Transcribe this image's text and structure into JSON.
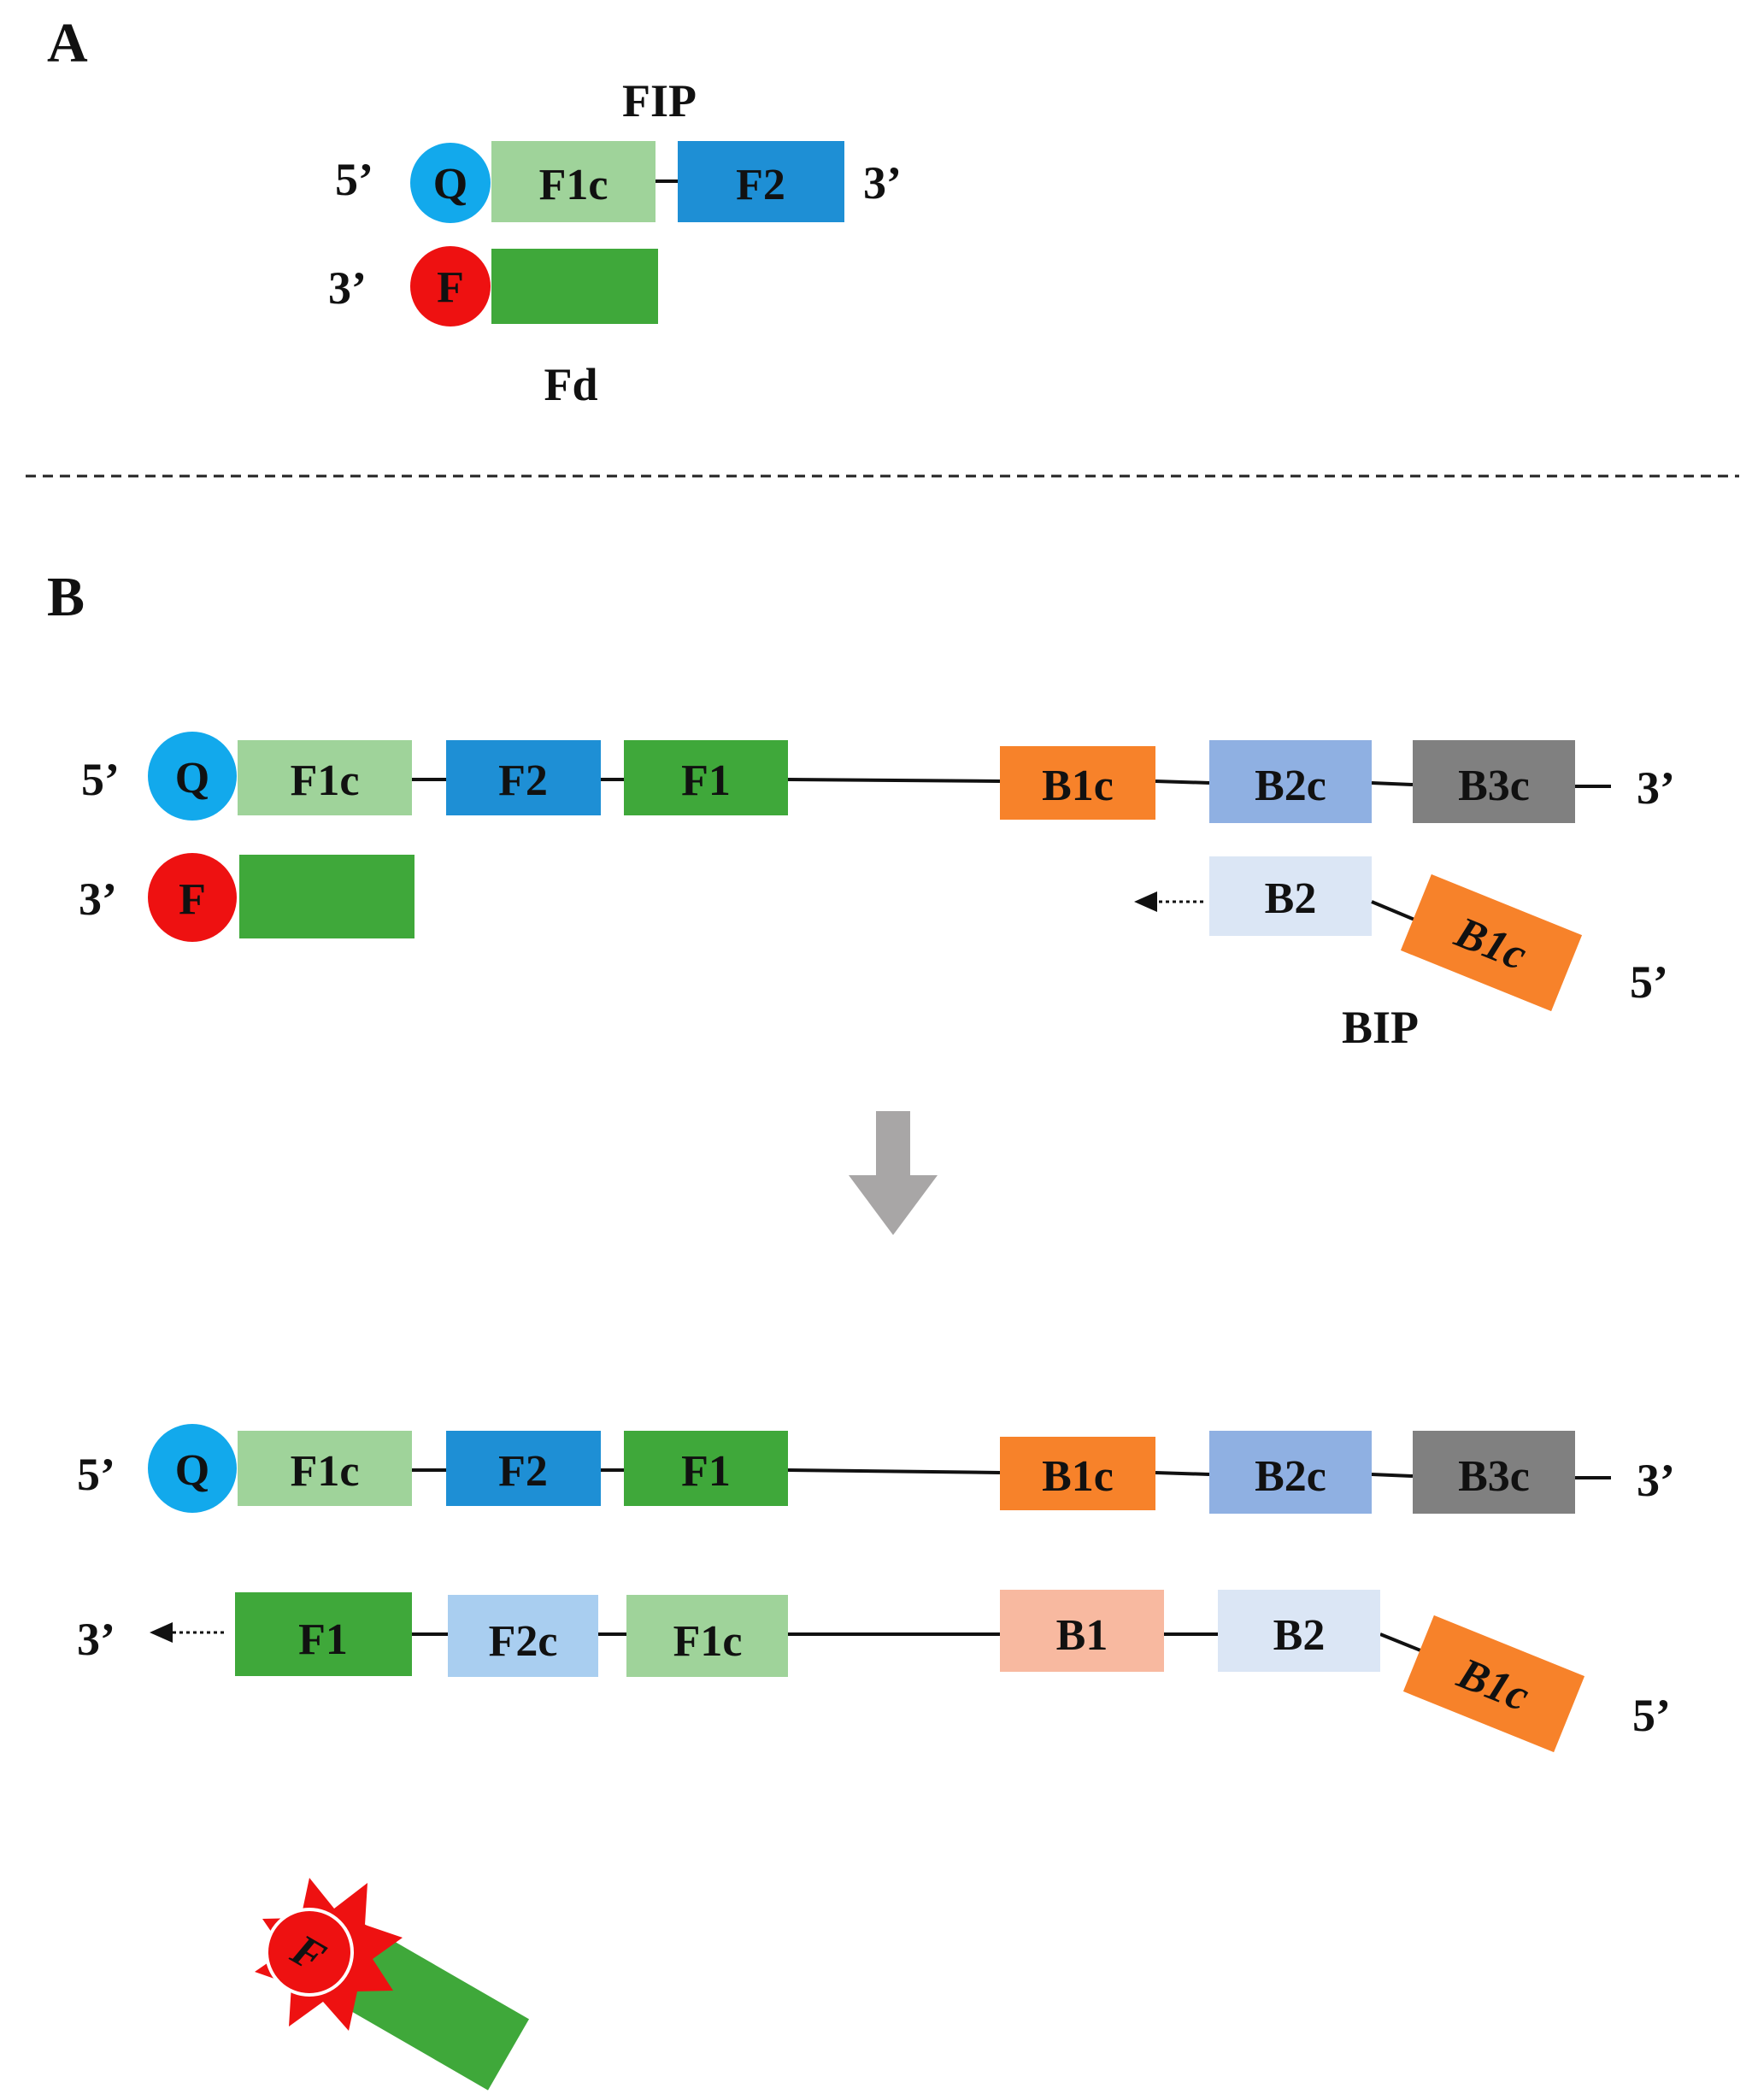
{
  "colors": {
    "f1c": "#9fd39a",
    "f2": "#1e8fd5",
    "f1": "#3fa83a",
    "b1c": "#f7822a",
    "b2c": "#8fb0e2",
    "b3c": "#808080",
    "b2": "#dbe6f5",
    "b1": "#f8b9a0",
    "f2c": "#a9cef0",
    "quencher": "#12a9ec",
    "fluorophore": "#ee1111",
    "arrow": "#a8a6a6"
  },
  "panel_a": {
    "label": "A",
    "fip": {
      "title": "FIP",
      "end_5": "5’",
      "end_3": "3’",
      "quencher": "Q",
      "blocks": [
        "F1c",
        "F2"
      ]
    },
    "fd": {
      "title": "Fd",
      "end_3": "3’",
      "fluorophore": "F"
    }
  },
  "panel_b": {
    "label": "B",
    "template_top": {
      "end_5": "5’",
      "end_3": "3’",
      "quencher": "Q",
      "blocks": [
        "F1c",
        "F2",
        "F1",
        "B1c",
        "B2c",
        "B3c"
      ]
    },
    "fd_strand": {
      "end_3": "3’",
      "fluorophore": "F"
    },
    "bip": {
      "title": "BIP",
      "blocks": [
        "B2",
        "B1c"
      ],
      "end_5": "5’"
    },
    "template_bottom": {
      "end_5": "5’",
      "end_3": "3’",
      "quencher": "Q",
      "blocks": [
        "F1c",
        "F2",
        "F1",
        "B1c",
        "B2c",
        "B3c"
      ]
    },
    "product_strand": {
      "end_3": "3’",
      "blocks": [
        "F1",
        "F2c",
        "F1c",
        "B1",
        "B2",
        "B1c"
      ],
      "end_5": "5’"
    },
    "released_fluorophore": "F"
  }
}
